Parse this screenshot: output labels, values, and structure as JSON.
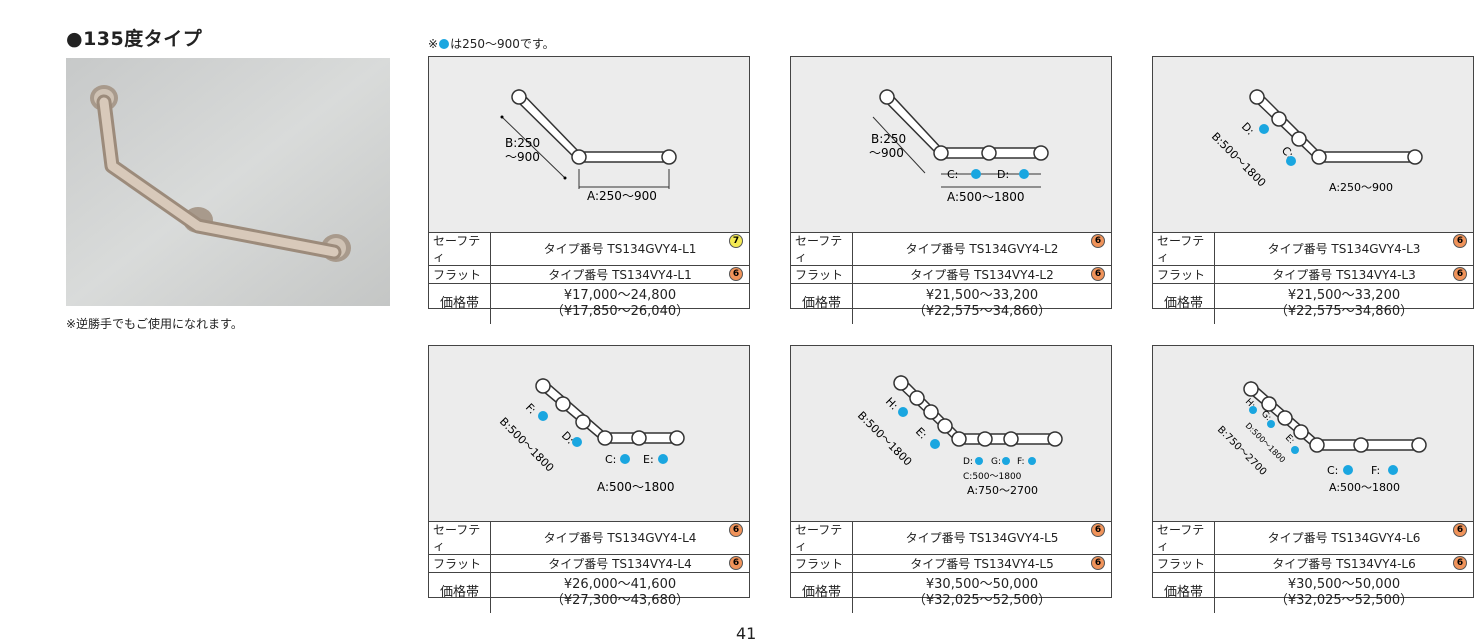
{
  "heading": "●135度タイプ",
  "photo_note": "※逆勝手でもご使用になれます。",
  "top_note_prefix": "※",
  "top_note_suffix": "は250～900です。",
  "page_number": "41",
  "colors": {
    "bullet": "#1aa6e0",
    "badge6": "#f0935a",
    "badge7": "#f4ea54",
    "diagram_bg": "#ececec"
  },
  "row_labels": {
    "safety": "セーフティ",
    "flat": "フラット",
    "price": "価格帯"
  },
  "cards": [
    {
      "dims": {
        "b": "B:250",
        "b2": "～900",
        "a": "A:250～900"
      },
      "type1": "タイプ番号  TS134GVY4-L1",
      "badge1": "7",
      "type2": "タイプ番号  TS134VY4-L1",
      "badge2": "6",
      "price1": "¥17,000～24,800",
      "price2": "（¥17,850～26,040）"
    },
    {
      "dims": {
        "b": "B:250",
        "b2": "～900",
        "c": "C:",
        "d": "D:",
        "a": "A:500～1800"
      },
      "type1": "タイプ番号  TS134GVY4-L2",
      "badge1": "6",
      "type2": "タイプ番号  TS134VY4-L2",
      "badge2": "6",
      "price1": "¥21,500～33,200",
      "price2": "（¥22,575～34,860）"
    },
    {
      "dims": {
        "b": "B:500～1800",
        "d": "D:",
        "c": "C:",
        "a": "A:250～900"
      },
      "type1": "タイプ番号  TS134GVY4-L3",
      "badge1": "6",
      "type2": "タイプ番号  TS134VY4-L3",
      "badge2": "6",
      "price1": "¥21,500～33,200",
      "price2": "（¥22,575～34,860）"
    },
    {
      "dims": {
        "b": "B:500～1800",
        "f": "F:",
        "d": "D:",
        "c": "C:",
        "e": "E:",
        "a": "A:500～1800"
      },
      "type1": "タイプ番号  TS134GVY4-L4",
      "badge1": "6",
      "type2": "タイプ番号  TS134VY4-L4",
      "badge2": "6",
      "price1": "¥26,000～41,600",
      "price2": "（¥27,300～43,680）"
    },
    {
      "dims": {
        "b": "B:500～1800",
        "h": "H:",
        "e": "E:",
        "d": "D:",
        "g": "G:",
        "f": "F:",
        "c": "C:500～1800",
        "a": "A:750～2700"
      },
      "type1": "タイプ番号  TS134GVY4-L5",
      "badge1": "6",
      "type2": "タイプ番号  TS134VY4-L5",
      "badge2": "6",
      "price1": "¥30,500～50,000",
      "price2": "（¥32,025～52,500）"
    },
    {
      "dims": {
        "b": "B:750～2700",
        "h": "H:",
        "g": "G:",
        "d": "D:500～1800",
        "e": "E:",
        "c": "C:",
        "f": "F:",
        "a": "A:500～1800"
      },
      "type1": "タイプ番号  TS134GVY4-L6",
      "badge1": "6",
      "type2": "タイプ番号  TS134VY4-L6",
      "badge2": "6",
      "price1": "¥30,500～50,000",
      "price2": "（¥32,025～52,500）"
    }
  ]
}
